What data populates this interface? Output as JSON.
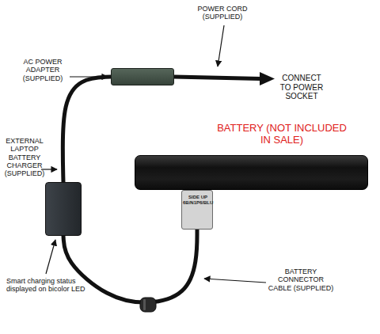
{
  "diagram": {
    "nodes": [
      {
        "text": [
          "AC POWER ADAPTER (SUPPLIED)"
        ]
      },
      {
        "text": [
          "BATTERY (NOT INCLUDED IN SALE)"
        ]
      },
      {
        "text": [
          "EXTERNAL LAPTOP BATTERY CHARGER (SUPPLIED)"
        ]
      },
      {
        "text": [
          "SIDE UP 6B/N1P6/BLU"
        ]
      }
    ],
    "edges": [
      {
        "from": 0,
        "to": 2,
        "arrow": "none"
      },
      {
        "from": 2,
        "to": 3,
        "arrow": "none"
      }
    ],
    "labels": [
      "POWER CORD (SUPPLIED)",
      "CONNECT TO POWER SOCKET",
      "BATTERY CONNECTOR CABLE (SUPPLIED)",
      "Smart charging status displayed on bicolor LED"
    ]
  }
}
